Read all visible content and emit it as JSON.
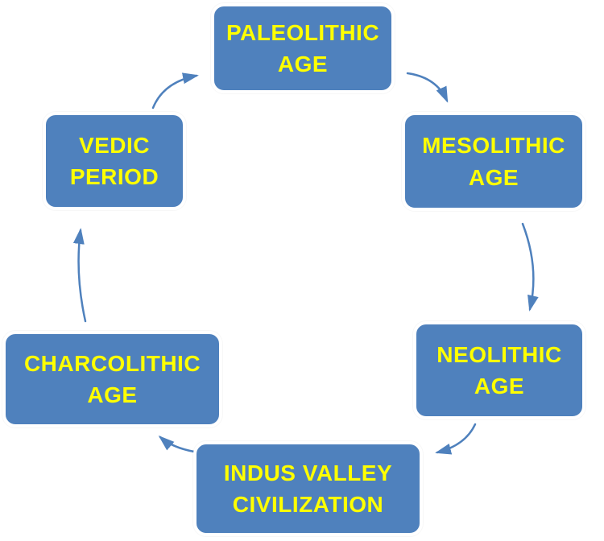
{
  "diagram": {
    "type": "cycle",
    "nodes": [
      {
        "id": "paleolithic-age",
        "line1": "PALEOLITHIC",
        "line2": "AGE"
      },
      {
        "id": "mesolithic-age",
        "line1": "MESOLITHIC",
        "line2": "AGE"
      },
      {
        "id": "neolithic-age",
        "line1": "NEOLITHIC",
        "line2": "AGE"
      },
      {
        "id": "indus-valley-civilization",
        "line1": "INDUS VALLEY",
        "line2": "CIVILIZATION"
      },
      {
        "id": "charcolithic-age",
        "line1": "CHARCOLITHIC",
        "line2": "AGE"
      },
      {
        "id": "vedic-period",
        "line1": "VEDIC",
        "line2": "PERIOD"
      }
    ],
    "flow_order": [
      "PALEOLITHIC AGE",
      "MESOLITHIC AGE",
      "NEOLITHIC AGE",
      "INDUS VALLEY CIVILIZATION",
      "CHARCOLITHIC AGE",
      "VEDIC PERIOD"
    ],
    "colors": {
      "box_fill": "#4f81bd",
      "box_border": "#ffffff",
      "label_text": "#ffff00",
      "arrow": "#4f81bd",
      "background": "#ffffff"
    }
  }
}
